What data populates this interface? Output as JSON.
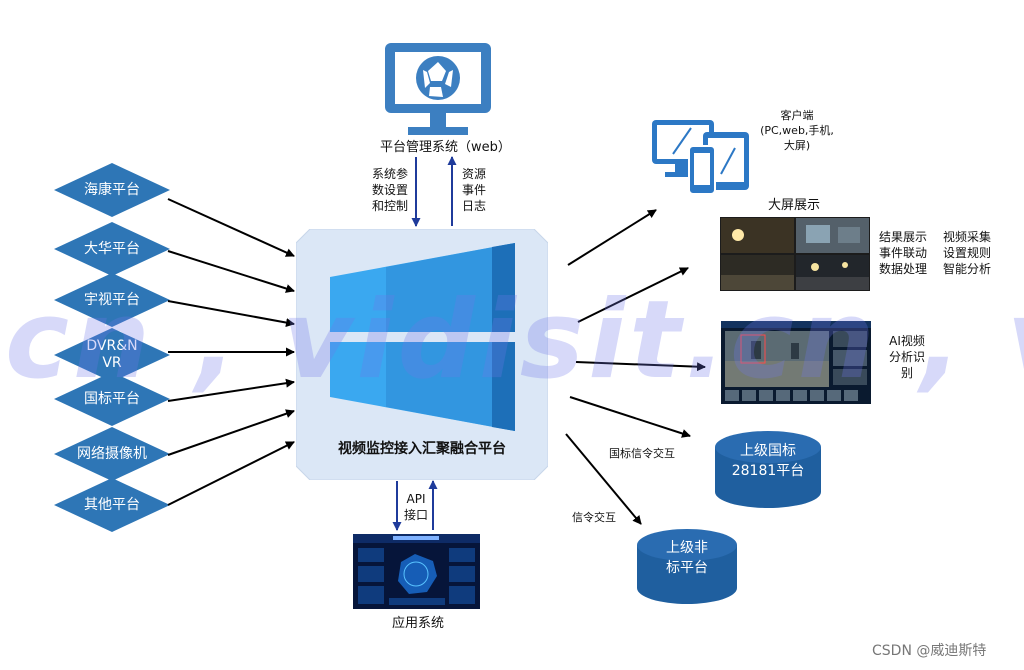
{
  "left_platforms": [
    {
      "label": "海康平台"
    },
    {
      "label": "大华平台"
    },
    {
      "label": "宇视平台"
    },
    {
      "label": "DVR&NVR"
    },
    {
      "label": "国标平台"
    },
    {
      "label": "网络摄像机"
    },
    {
      "label": "其他平台"
    }
  ],
  "center": {
    "title": "视频监控接入汇聚融合平台"
  },
  "management": {
    "title": "平台管理系统（web）",
    "down_label": [
      "系统参",
      "数设置",
      "和控制"
    ],
    "up_label": [
      "资源",
      "事件",
      "日志"
    ]
  },
  "application": {
    "api_label": [
      "API",
      "接口"
    ],
    "title": "应用系统"
  },
  "outputs": {
    "client": {
      "label": [
        "客户端",
        "(PC,web,手机,",
        "大屏)"
      ]
    },
    "bigscreen": {
      "title": "大屏展示",
      "features_col1": [
        "结果展示",
        "事件联动",
        "数据处理"
      ],
      "features_col2": [
        "视频采集",
        "设置规则",
        "智能分析"
      ]
    },
    "ai": {
      "label": [
        "AI视频",
        "分析识",
        "别"
      ]
    },
    "national": {
      "signal_label": "国标信令交互",
      "label": [
        "上级国标",
        "28181平台"
      ]
    },
    "nonstandard": {
      "signal_label": "信令交互",
      "label": [
        "上级非",
        "标平台"
      ]
    }
  },
  "watermark": ".cn , vidisit.cn , vid",
  "credit": "CSDN @威迪斯特",
  "colors": {
    "diamond": "#2e76b6",
    "arrow_blue": "#1f3b9b",
    "monitor": "#3c7fc1",
    "cylinder": "#2a6cb1",
    "watermark": "#6e78eb"
  }
}
